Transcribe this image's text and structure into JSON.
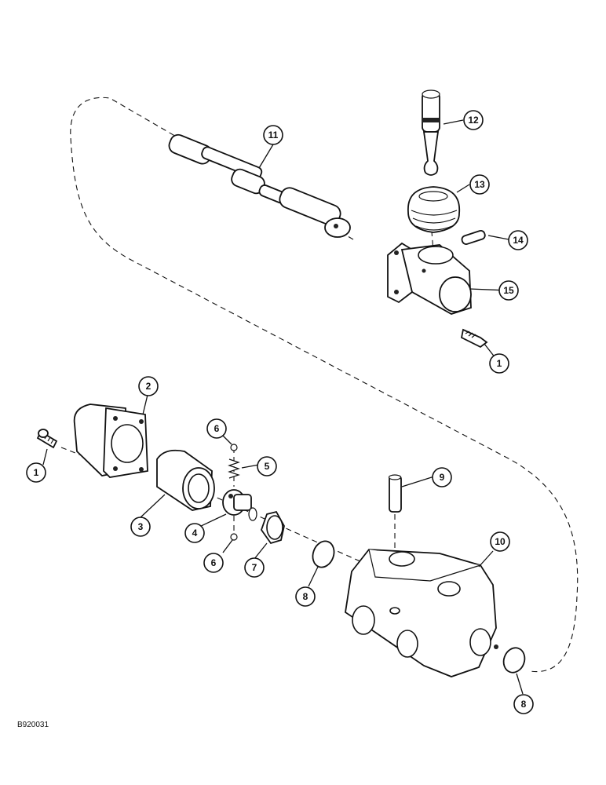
{
  "figure": {
    "code": "B920031"
  },
  "callouts": {
    "c1a": "1",
    "c1b": "1",
    "c2": "2",
    "c3": "3",
    "c4": "4",
    "c5": "5",
    "c6a": "6",
    "c6b": "6",
    "c7": "7",
    "c8a": "8",
    "c8b": "8",
    "c9": "9",
    "c10": "10",
    "c11": "11",
    "c12": "12",
    "c13": "13",
    "c14": "14",
    "c15": "15"
  }
}
